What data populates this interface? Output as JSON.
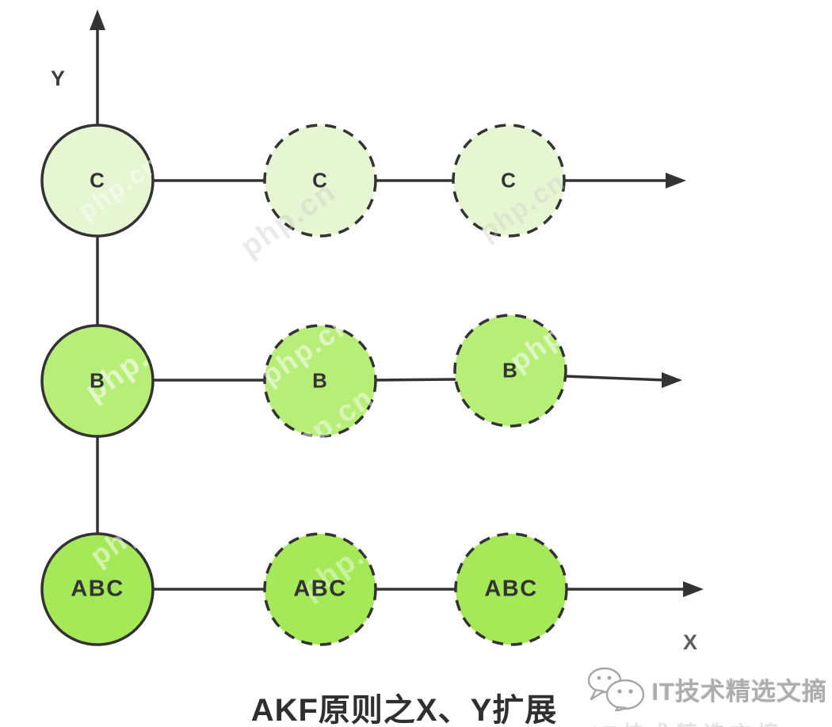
{
  "title": "AKF原则之X、Y扩展",
  "axes": {
    "y_label": "Y",
    "x_label": "X"
  },
  "watermark": {
    "text": "php.cn"
  },
  "brand": {
    "name": "IT技术精选文摘",
    "icon": "wechat-chat-bubbles-icon"
  },
  "colors": {
    "stroke": "#333333",
    "row_c_fill": "#e6f6d2",
    "row_b_fill": "#b7ee78",
    "row_abc_fill": "#a5e958",
    "title_color": "#2f2f2f",
    "brand_color": "#adadad"
  },
  "nodes": [
    {
      "label": "C",
      "row": "C",
      "col": 1,
      "variant": "solid"
    },
    {
      "label": "C",
      "row": "C",
      "col": 2,
      "variant": "dashed"
    },
    {
      "label": "C",
      "row": "C",
      "col": 3,
      "variant": "dashed"
    },
    {
      "label": "B",
      "row": "B",
      "col": 1,
      "variant": "solid"
    },
    {
      "label": "B",
      "row": "B",
      "col": 2,
      "variant": "dashed"
    },
    {
      "label": "B",
      "row": "B",
      "col": 3,
      "variant": "dashed"
    },
    {
      "label": "ABC",
      "row": "ABC",
      "col": 1,
      "variant": "solid"
    },
    {
      "label": "ABC",
      "row": "ABC",
      "col": 2,
      "variant": "dashed"
    },
    {
      "label": "ABC",
      "row": "ABC",
      "col": 3,
      "variant": "dashed"
    }
  ]
}
